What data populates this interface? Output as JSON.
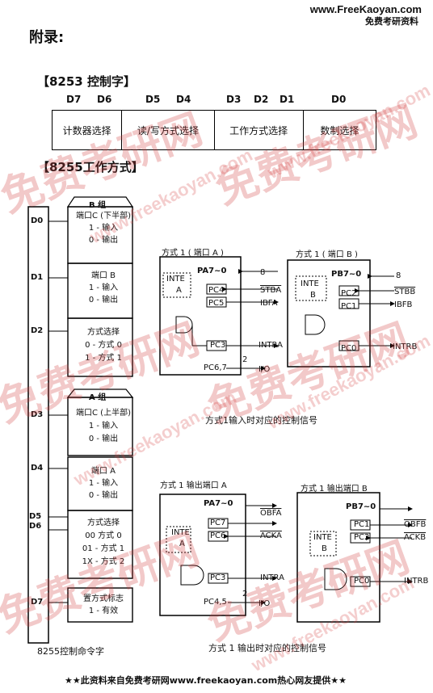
{
  "header": {
    "url": "www.FreeKaoyan.com",
    "subtitle": "免费考研资料"
  },
  "title": "附录:",
  "sec8253": {
    "heading": "【8253 控制字】",
    "bits": [
      "D7",
      "D6",
      "D5",
      "D4",
      "D3",
      "D2",
      "D1",
      "D0"
    ],
    "fields": [
      "计数器选择",
      "读/写方式选择",
      "工作方式选择",
      "数制选择"
    ]
  },
  "sec8255": {
    "heading": "【8255工作方式】",
    "d_labels": [
      "D0",
      "D1",
      "D2",
      "D3",
      "D4",
      "D5\nD6",
      "D7"
    ],
    "group_b": "B 组",
    "group_a": "A 组",
    "boxes": [
      [
        "端口C (下半部)",
        "1 - 输入",
        "0 - 输出"
      ],
      [
        "端口 B",
        "1 - 输入",
        "0 - 输出"
      ],
      [
        "方式选择",
        "0 - 方式 0",
        "1 - 方式 1"
      ],
      [
        "端口C (上半部)",
        "1 - 输入",
        "0 - 输出"
      ],
      [
        "端口 A",
        "1 - 输入",
        "0 - 输出"
      ],
      [
        "方式选择",
        "00 方式 0",
        "01 - 方式 1",
        "1X - 方式 2"
      ],
      [
        "置方式标志",
        "1 - 有效"
      ]
    ],
    "cmd_caption": "8255控制命令字"
  },
  "diagrams": {
    "in_a_title": "方式 1 ( 端口 A )",
    "in_b_title": "方式 1 ( 端口 B )",
    "in_caption": "方式1输入时对应的控制信号",
    "out_a_title": "方式 1 输出端口 A",
    "out_b_title": "方式 1 输出端口 B",
    "out_caption": "方式 1 输出时对应的控制信号",
    "pa": "PA7~0",
    "pb": "PB7~0",
    "inte": "INTE",
    "a": "A",
    "b": "B",
    "eight": "8",
    "two": "2",
    "io": "I/O",
    "pc4": "PC4",
    "pc5": "PC5",
    "pc3": "PC3",
    "pc67": "PC6,7",
    "pc2": "PC2",
    "pc1": "PC1",
    "pc0": "PC0",
    "pc7": "PC7",
    "pc6": "PC6",
    "pc45": "PC4,5",
    "stba": "STBA",
    "ibfa": "IBFA",
    "intra": "INTRA",
    "stbb": "STBB",
    "ibfb": "IBFB",
    "intrb": "INTRB",
    "obfa": "OBFA",
    "acka": "ACKA",
    "obfb": "OBFB",
    "ackb": "ACKB"
  },
  "footer": "★★此资料来自免费考研网www.freekaoyan.com热心网友提供★★",
  "watermark": {
    "big": "免费考研网",
    "small": "www.freekaoyan.com"
  }
}
